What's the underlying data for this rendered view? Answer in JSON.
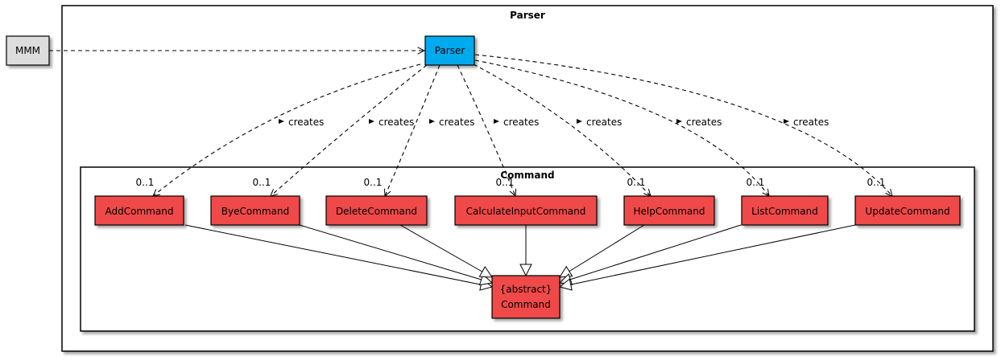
{
  "diagram": {
    "packages": {
      "parser": {
        "title": "Parser"
      },
      "command": {
        "title": "Command"
      }
    },
    "nodes": {
      "mmm": {
        "label": "MMM",
        "fill": "#dddddd"
      },
      "parser": {
        "label": "Parser",
        "fill": "#00aaee"
      },
      "add": {
        "label": "AddCommand",
        "fill": "#f04848"
      },
      "bye": {
        "label": "ByeCommand",
        "fill": "#f04848"
      },
      "delete": {
        "label": "DeleteCommand",
        "fill": "#f04848"
      },
      "calc": {
        "label": "CalculateInputCommand",
        "fill": "#f04848"
      },
      "help": {
        "label": "HelpCommand",
        "fill": "#f04848"
      },
      "list": {
        "label": "ListCommand",
        "fill": "#f04848"
      },
      "update": {
        "label": "UpdateCommand",
        "fill": "#f04848"
      },
      "command": {
        "label_line1": "{abstract}",
        "label_line2": "Command",
        "fill": "#f04848"
      }
    },
    "creates_edges": [
      {
        "target": "add",
        "label": "creates",
        "multiplicity": "0..1"
      },
      {
        "target": "bye",
        "label": "creates",
        "multiplicity": "0..1"
      },
      {
        "target": "delete",
        "label": "creates",
        "multiplicity": "0..1"
      },
      {
        "target": "calc",
        "label": "creates",
        "multiplicity": "0..1"
      },
      {
        "target": "help",
        "label": "creates",
        "multiplicity": "0..1"
      },
      {
        "target": "list",
        "label": "creates",
        "multiplicity": "0..1"
      },
      {
        "target": "update",
        "label": "creates",
        "multiplicity": "0..1"
      }
    ],
    "inheritance_edges": [
      "add",
      "bye",
      "delete",
      "calc",
      "help",
      "list",
      "update"
    ],
    "usage_edge": {
      "from": "mmm",
      "to": "parser"
    }
  }
}
